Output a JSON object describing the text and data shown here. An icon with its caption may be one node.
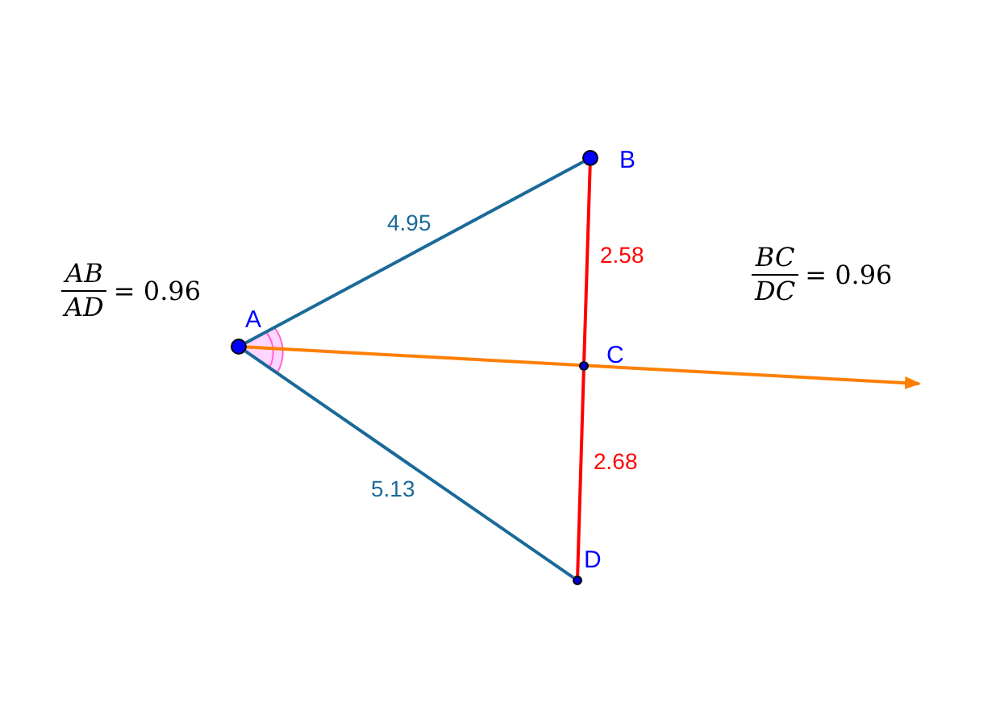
{
  "diagram": {
    "nodes": [
      {
        "text": [
          "A"
        ]
      },
      {
        "text": [
          "B"
        ]
      },
      {
        "text": [
          "C"
        ]
      },
      {
        "text": [
          "D"
        ]
      }
    ],
    "edges": [
      {
        "from": 0,
        "to": 1,
        "arrow": "none",
        "label": "4.95",
        "color": "#1a6a99"
      },
      {
        "from": 0,
        "to": 3,
        "arrow": "none",
        "label": "5.13",
        "color": "#1a6a99"
      },
      {
        "from": 1,
        "to": 2,
        "arrow": "none",
        "label": "2.58",
        "color": "#ff0000"
      },
      {
        "from": 2,
        "to": 3,
        "arrow": "none",
        "label": "2.68",
        "color": "#ff0000"
      },
      {
        "from": 0,
        "to": null,
        "arrow": "to",
        "color": "#ff7f00"
      }
    ],
    "labels": [
      "AB",
      "AD",
      "= 0.96",
      "BC",
      "DC",
      "= 0.96"
    ]
  }
}
